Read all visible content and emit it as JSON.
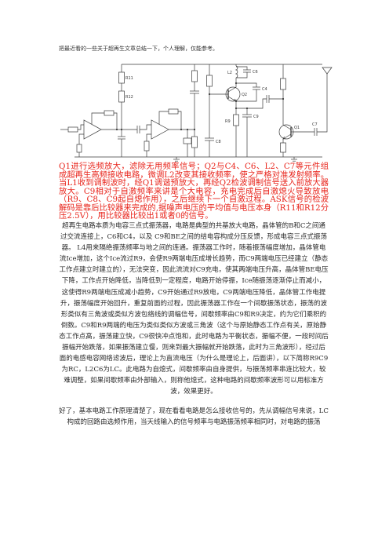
{
  "page": {
    "colors": {
      "background": "#ffffff",
      "text": "#2b2b2b",
      "highlight": "#e8231a",
      "schematic_line": "#3a3a3a"
    },
    "intro": "把最近看的一些关于超再生文章总结一下，个人理解，仅能参考。",
    "schematic": {
      "labels": {
        "q1": "Q1",
        "q2": "Q2",
        "c4": "C4",
        "c6": "C6",
        "l2": "L2",
        "c7": "C7",
        "c8": "C8",
        "c9": "C9",
        "r9": "R9",
        "r11": "R11",
        "r12": "R12"
      }
    },
    "highlight_paragraph": "Q1进行选频放大，滤除无用频率信号；Q2与C4、C6、L2、C7等元件组成超再生高频接收电路，微调L2改变其接收频率，使之严格对准发射频率。当L1收到调制波时，经Q1调谐预放大，再经Q2检波调制信号送入前放大器放大。C9相对于自激频率来讲是个大电容，充电完成后自激熄火导致放电（R9、C8、C9起自熄作用），之后继续下一个自激过程。ASK信号的检波解码是靠后比较器来完成的,据噪声电压的平均值与电压本身（R11和R12分压2.5V），用比较器比较出1或者0的信号。",
    "paragraphs": [
      "超再生电路本质为电容三点式振荡器，电路是典型的共基放大电路，晶体管的B和C之间通过交流连接上，C6和C4，以及 C9和BE之间的结电容构成分压反馈，形成电容三点式振荡器。 L4用来隔绝振荡频率与地之间的连通。振荡器工作时，随着振荡幅度增加，晶体管电流Ice增加，这个Ice流过R9，会使R9两端电压成增长趋势，而C9两端电压已经建立（静态工作点建立时建立的），无法突变，因此流流对C9充电，使其两端电压升高，晶体管BE电压下降，工作点开始降低，当降低到一定程度，电路开始停振，Ice随振荡逐渐停止而减小，这使得R9两端电压成减小趋势，C9开始通过R9放电，C9两端电压降低，晶体管工作电提升，振荡幅度开始回升，重复前面的过程，因此振荡器工作在一个间歇振荡状态，振荡的波形类似有三角波或类似方波包络线的调幅信号，间歇频率由C9和R9决定，约为它们乘积的倒数。C9和R9两端的电压为类似类似方波或三角波（这个与原始静态工作点有关，原始静态工作点高，振荡建立快，C9很快冲点饱和，此时电路为平衡状态，振幅不便，一段时间后振幅开始跌落，如果振荡建立慢，则来到最大振幅就开始跌落，此时为三角波形），经过后面的电感电容网络滤波后，理论上为直流电压（为什么是理论上，后面讲），以下简称R9C9为RC，L2C6为LC。此电路为自熄式，间歇频率由自身提供，与振荡频率串连比较大，较难调整，如果间歇频率由外部输入，则称他熄式，这种电路的间歇频率波形可以用标准方波，效果更好。",
      "好了，基本电路工作原理清楚了，现在看看电路是怎么接收信号的，先从调幅信号来说，LC构成的回路由选频作用，当天线输入的信号频率与电路振荡频率相同时，对电路的振荡"
    ]
  }
}
